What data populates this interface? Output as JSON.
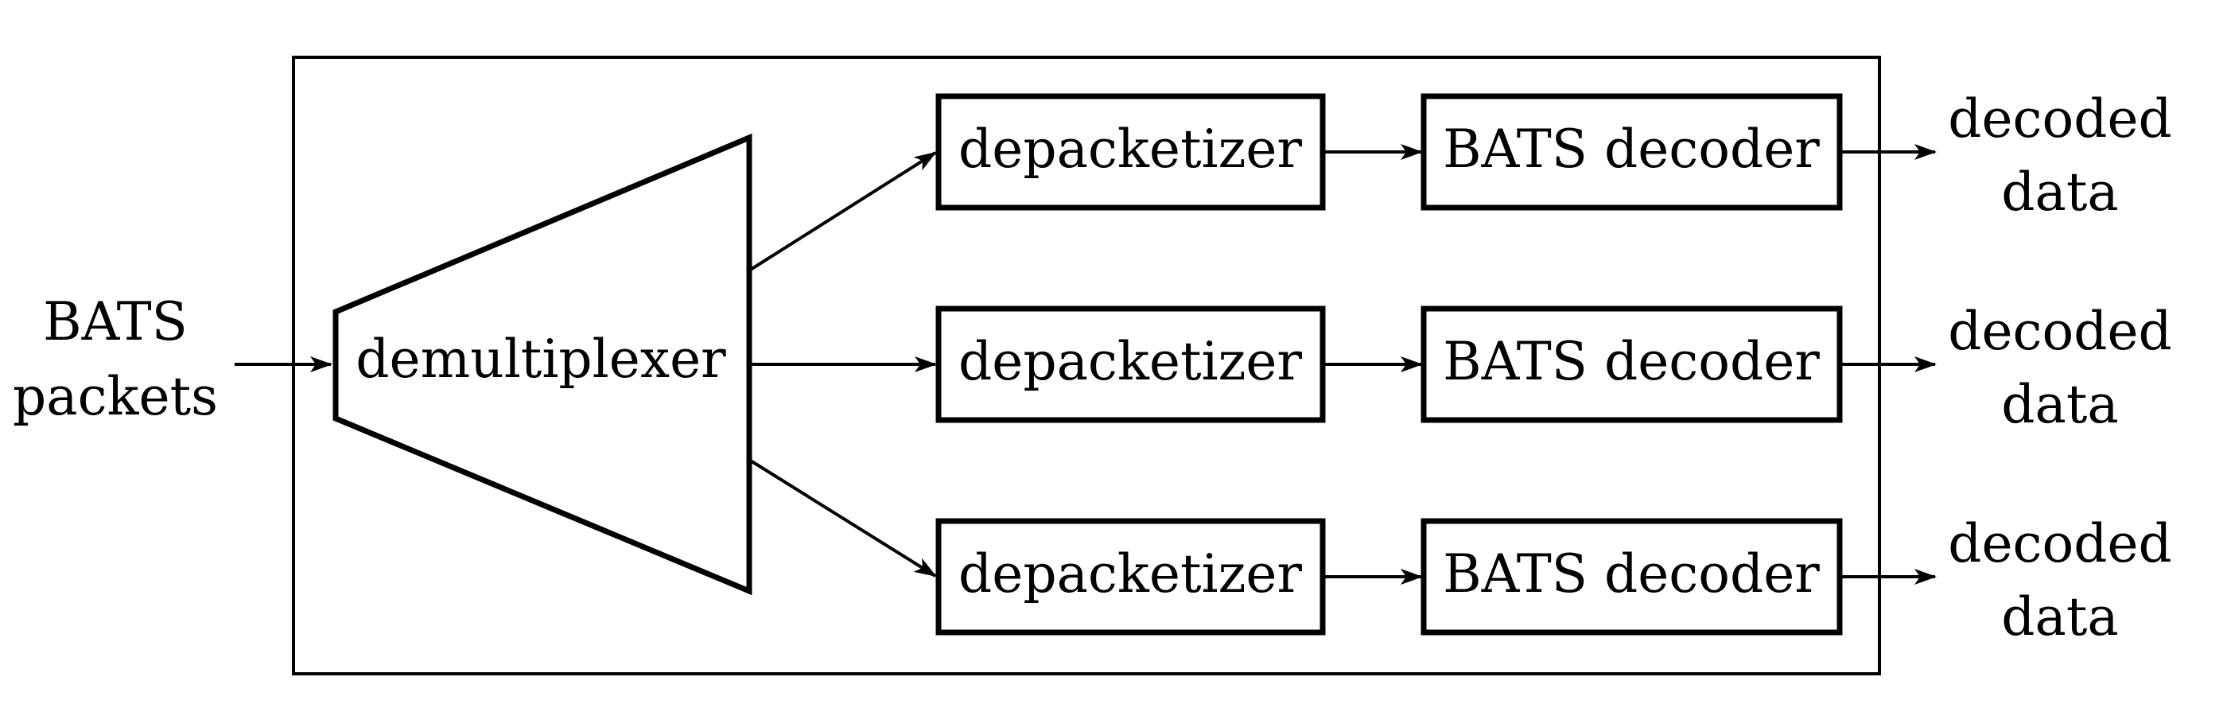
{
  "colors": {
    "ink": "#000000",
    "paper": "#ffffff"
  },
  "input_label": {
    "line1": "BATS",
    "line2": "packets"
  },
  "demultiplexer": {
    "label": "demultiplexer"
  },
  "rows": [
    {
      "depacketizer_label": "depacketizer",
      "decoder_label": "BATS decoder",
      "output_line1": "decoded",
      "output_line2": "data"
    },
    {
      "depacketizer_label": "depacketizer",
      "decoder_label": "BATS decoder",
      "output_line1": "decoded",
      "output_line2": "data"
    },
    {
      "depacketizer_label": "depacketizer",
      "decoder_label": "BATS decoder",
      "output_line1": "decoded",
      "output_line2": "data"
    }
  ]
}
